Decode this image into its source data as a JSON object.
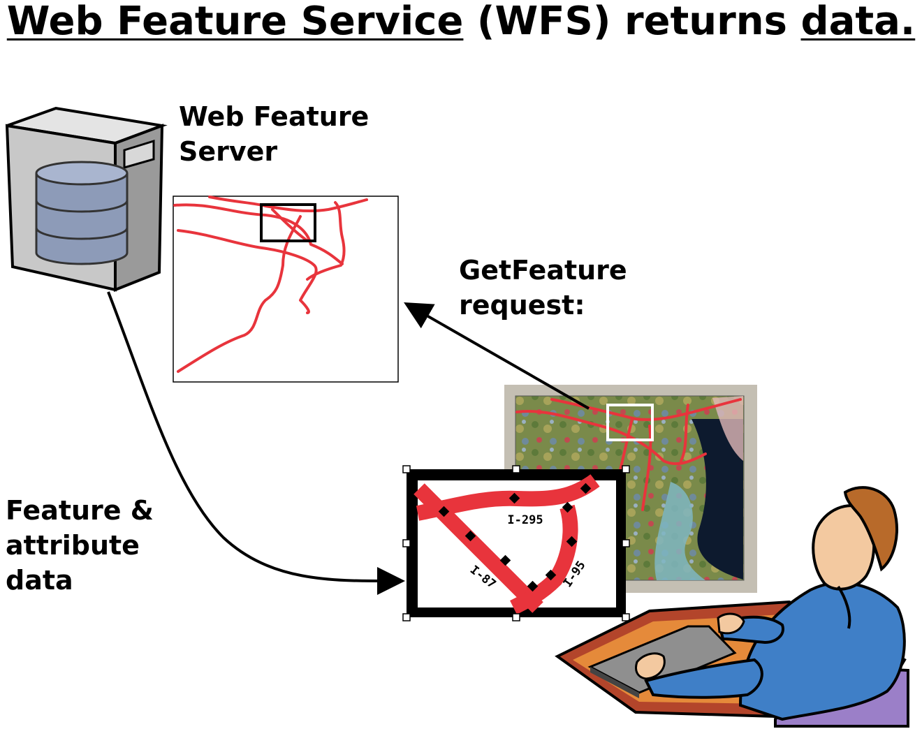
{
  "title": {
    "part1": "Web Feature Service",
    "part2": " (WFS) returns ",
    "part3": "data."
  },
  "labels": {
    "server_line1": "Web Feature",
    "server_line2": "Server",
    "request_line1": "GetFeature",
    "request_line2": "request:",
    "data_line1": "Feature &",
    "data_line2": "attribute",
    "data_line3": "data"
  },
  "road_labels": {
    "i295": "I-295",
    "i87": "I-87",
    "i95": "I-95"
  },
  "colors": {
    "road": "#e8343c",
    "server_body": "#c8c8c8",
    "database": "#8d9bb8",
    "arrow": "#000000"
  }
}
